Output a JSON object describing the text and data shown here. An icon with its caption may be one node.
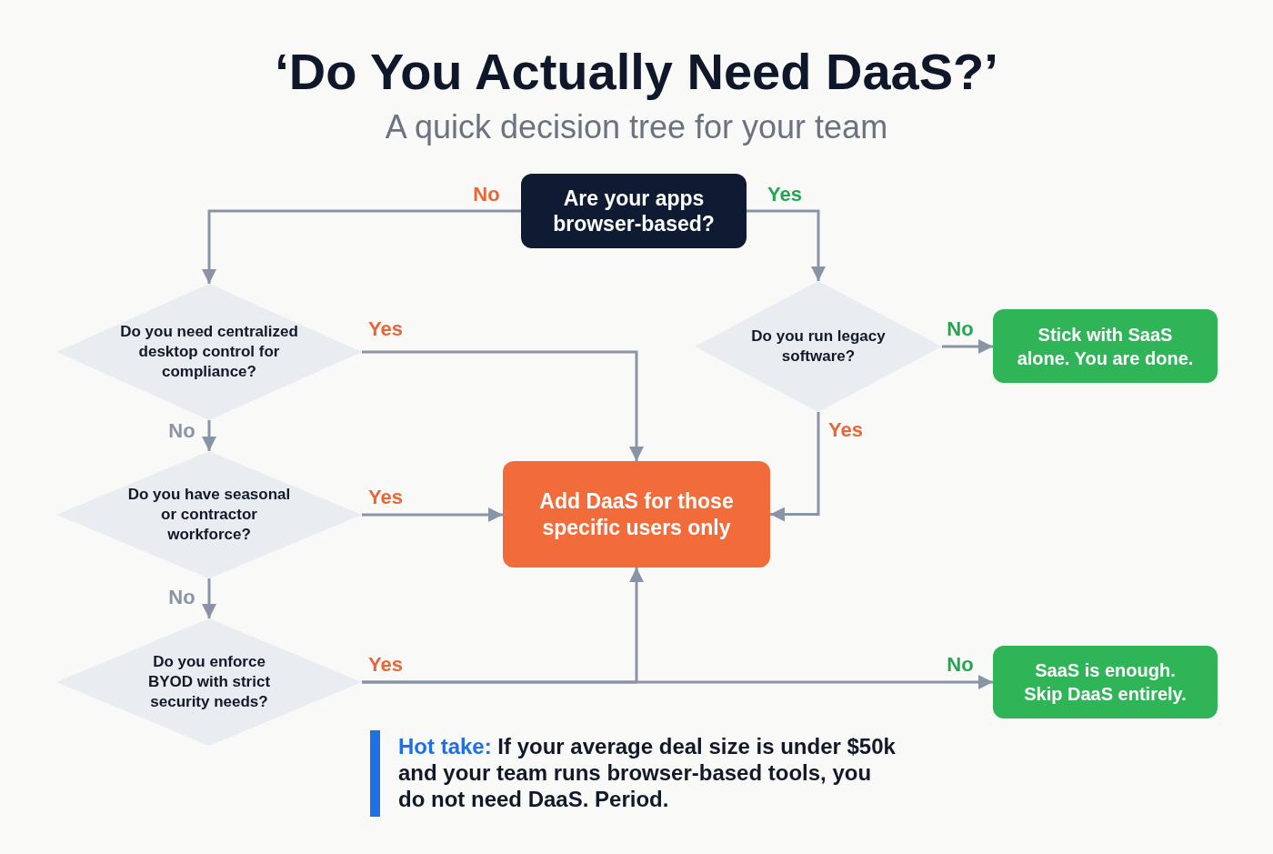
{
  "diagram": {
    "title": "‘Do You Actually Need DaaS?’",
    "nodes": [
      {
        "text": [
          "Are your apps browser-based?"
        ]
      },
      {
        "text": [
          "Do you need centralized desktop control for compliance?"
        ]
      },
      {
        "text": [
          "Do you run legacy software?"
        ]
      },
      {
        "text": [
          "Stick with SaaS alone. You are done."
        ]
      },
      {
        "text": [
          "Do you have seasonal or contractor workforce?"
        ]
      },
      {
        "text": [
          "Add DaaS for those specific users only"
        ]
      },
      {
        "text": [
          "Do you enforce BYOD with strict security needs?"
        ]
      },
      {
        "text": [
          "SaaS is enough. Skip DaaS entirely."
        ]
      }
    ],
    "edges": [
      {
        "from": 0,
        "to": 1,
        "arrow": "to",
        "label": "No"
      },
      {
        "from": 0,
        "to": 2,
        "arrow": "to",
        "label": "Yes"
      },
      {
        "from": 1,
        "to": 5,
        "arrow": "to",
        "label": "Yes"
      },
      {
        "from": 2,
        "to": 3,
        "arrow": "to",
        "label": "No"
      },
      {
        "from": 1,
        "to": 4,
        "arrow": "to",
        "label": "No"
      },
      {
        "from": 2,
        "to": 5,
        "arrow": "to",
        "label": "Yes"
      },
      {
        "from": 4,
        "to": 5,
        "arrow": "to",
        "label": "Yes"
      },
      {
        "from": 4,
        "to": 6,
        "arrow": "to",
        "label": "No"
      },
      {
        "from": 6,
        "to": 5,
        "arrow": "to",
        "label": "Yes"
      },
      {
        "from": 6,
        "to": 7,
        "arrow": "to",
        "label": "No"
      }
    ],
    "labels": [
      "A quick decision tree for your team",
      "**Hot take:** If your average deal size is under $50k and your team runs browser-based tools, you do not need DaaS. Period."
    ]
  }
}
